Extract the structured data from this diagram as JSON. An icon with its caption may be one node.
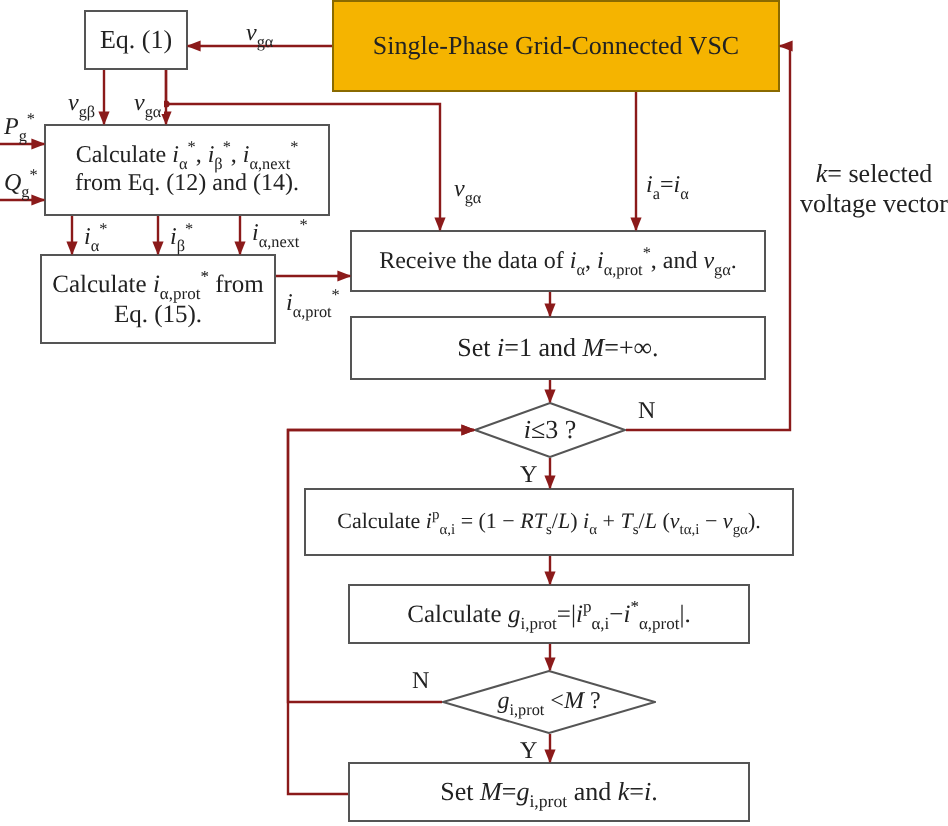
{
  "diagram": {
    "nodes": [
      {
        "text": [
          "Eq. (1)"
        ]
      },
      {
        "text": [
          "Single-Phase Grid-Connected VSC"
        ]
      },
      {
        "text": [
          "Calculate *i*$_{α}$$^{*}$, *i*$_{β}$$^{*}$, *i*$_{α,next}$$^{*}$ from Eq. (12) and (14)."
        ]
      },
      {
        "text": [
          "Calculate *i*$_{α,prot}$$^{*}$ from Eq. (15)."
        ]
      },
      {
        "text": [
          "Receive the data of *i*$_{α}$, *i*$_{α,prot}$$^{*}$, and *v*$_{gα}$."
        ]
      },
      {
        "text": [
          "Set *i*=1 and *M*=+∞."
        ]
      },
      {
        "text": [
          "*i*≤3 ?"
        ]
      },
      {
        "text": [
          "Calculate *i*$^{p}$$_{α,i}$ = (1 − *RT*$_{s}$/*L*) *i*$_{α}$ + *T*$_{s}$/*L* (*v*$_{tα,i}$ − *v*$_{gα}$)."
        ]
      },
      {
        "text": [
          "Calculate *g*$_{i,prot}$=|*i*$^{p}$$_{α,i}$−*i*$^{*}$$_{α,prot}$|."
        ]
      },
      {
        "text": [
          "*g*$_{i,prot}$ <*M* ?"
        ]
      },
      {
        "text": [
          "Set *M*=*g*$_{i,prot}$ and *k*=*i*."
        ]
      }
    ],
    "edges": [
      {
        "from": 1,
        "to": 0,
        "arrow": "to",
        "label": "*v*$_{gα}$"
      },
      {
        "from": 0,
        "to": 2,
        "arrow": "to",
        "label": "*v*$_{gβ}$"
      },
      {
        "from": 0,
        "to": 2,
        "arrow": "to",
        "label": "*v*$_{gα}$"
      },
      {
        "from": 0,
        "to": 4,
        "arrow": "to",
        "label": "*v*$_{gα}$"
      },
      {
        "from": null,
        "to": 2,
        "arrow": "to",
        "label": "*P*$_{g}$$^{*}$"
      },
      {
        "from": null,
        "to": 2,
        "arrow": "to",
        "label": "*Q*$_{g}$$^{*}$"
      },
      {
        "from": 2,
        "to": 3,
        "arrow": "to",
        "label": "*i*$_{α}$$^{*}$"
      },
      {
        "from": 2,
        "to": 3,
        "arrow": "to",
        "label": "*i*$_{β}$$^{*}$"
      },
      {
        "from": 2,
        "to": 3,
        "arrow": "to",
        "label": "*i*$_{α,next}$$^{*}$"
      },
      {
        "from": 3,
        "to": 4,
        "arrow": "to",
        "label": "*i*$_{α,prot}$$^{*}$"
      },
      {
        "from": 1,
        "to": 4,
        "arrow": "to",
        "label": "*i*$_{a}$=*i*$_{α}$"
      },
      {
        "from": 4,
        "to": 5,
        "arrow": "to"
      },
      {
        "from": 5,
        "to": 6,
        "arrow": "to"
      },
      {
        "from": 6,
        "to": 7,
        "arrow": "to",
        "label": "Y"
      },
      {
        "from": 6,
        "to": 1,
        "arrow": "to",
        "label": "N"
      },
      {
        "from": 7,
        "to": 8,
        "arrow": "to"
      },
      {
        "from": 8,
        "to": 9,
        "arrow": "to"
      },
      {
        "from": 9,
        "to": 10,
        "arrow": "to",
        "label": "Y"
      },
      {
        "from": 9,
        "to": 6,
        "arrow": "to",
        "label": "N"
      },
      {
        "from": 10,
        "to": 6,
        "arrow": "to"
      }
    ],
    "labels": [
      "*k*= selected voltage vector"
    ]
  }
}
